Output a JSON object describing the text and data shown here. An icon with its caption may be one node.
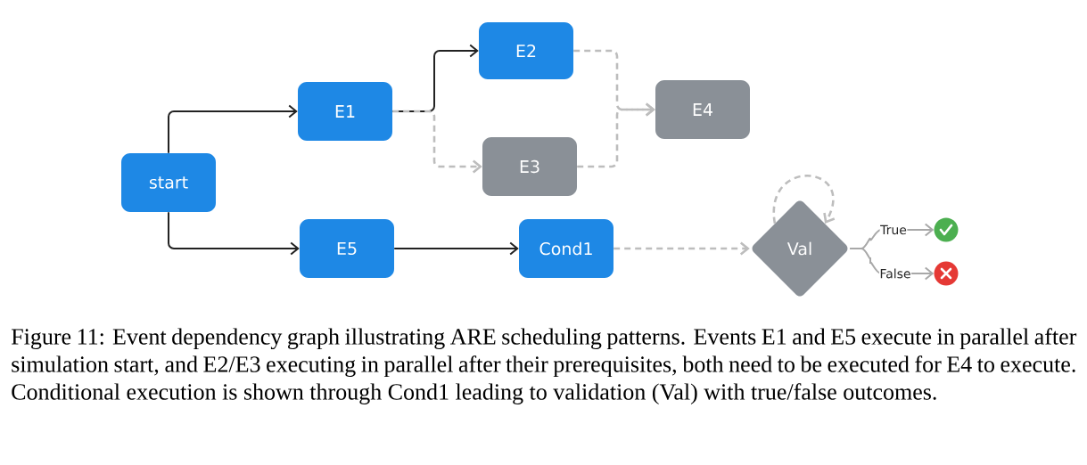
{
  "diagram": {
    "caption": "Figure 11: Event dependency graph illustrating ARE scheduling patterns. Events E1 and E5 execute in parallel after simulation start, and E2/E3 executing in parallel after their prerequisites, both need to be executed for E4 to execute. Conditional execution is shown through Cond1 leading to validation (Val) with true/false outcomes.",
    "nodes": [
      {
        "text": [
          "start"
        ]
      },
      {
        "text": [
          "E1"
        ]
      },
      {
        "text": [
          "E2"
        ]
      },
      {
        "text": [
          "E3"
        ]
      },
      {
        "text": [
          "E4"
        ]
      },
      {
        "text": [
          "E5"
        ]
      },
      {
        "text": [
          "Cond1"
        ]
      },
      {
        "text": [
          "Val"
        ]
      },
      {
        "text": [],
        "shape": "circle"
      },
      {
        "text": [],
        "shape": "circle"
      }
    ],
    "edges": [
      {
        "from": 0,
        "to": 1,
        "arrow": "to",
        "color": "#222222"
      },
      {
        "from": 0,
        "to": 5,
        "arrow": "to",
        "color": "#222222"
      },
      {
        "from": 1,
        "to": 2,
        "arrow": "to",
        "color": "#222222"
      },
      {
        "from": 1,
        "to": 3,
        "arrow": "to",
        "style": "dashed",
        "color": "#bdbdbd"
      },
      {
        "from": 2,
        "to": 4,
        "arrow": "to",
        "style": "dashed",
        "color": "#bdbdbd"
      },
      {
        "from": 3,
        "to": 4,
        "arrow": "to",
        "style": "dashed",
        "color": "#bdbdbd"
      },
      {
        "from": 5,
        "to": 6,
        "arrow": "to",
        "color": "#222222"
      },
      {
        "from": 6,
        "to": 7,
        "arrow": "to",
        "style": "dashed",
        "color": "#bdbdbd"
      },
      {
        "from": 7,
        "to": 7,
        "arrow": "to",
        "style": "dashed",
        "color": "#bdbdbd"
      },
      {
        "from": 7,
        "to": 8,
        "arrow": "to",
        "label": "True",
        "color": "#a8a8a8"
      },
      {
        "from": 7,
        "to": 9,
        "arrow": "to",
        "label": "False",
        "color": "#a8a8a8"
      }
    ]
  }
}
